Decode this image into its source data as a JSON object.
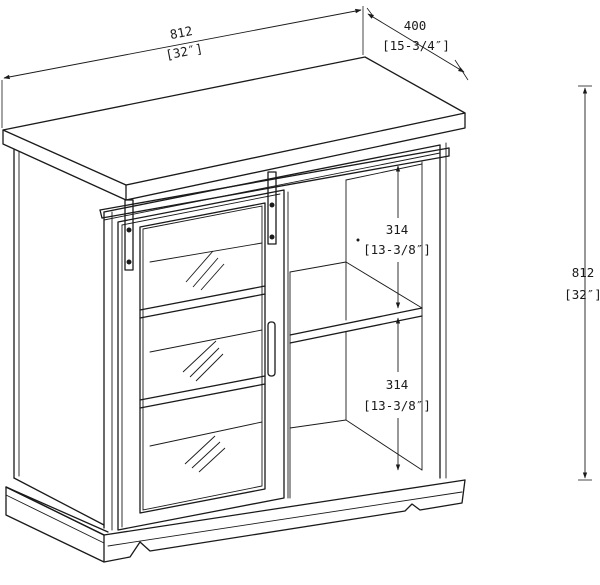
{
  "dimensions": {
    "width": {
      "mm": "812",
      "inch": "[32″]"
    },
    "depth": {
      "mm": "400",
      "inch": "[15-3/4″]"
    },
    "height": {
      "mm": "812",
      "inch": "[32″]"
    },
    "shelf_upper": {
      "mm": "314",
      "inch": "[13-3/8″]"
    },
    "shelf_lower": {
      "mm": "314",
      "inch": "[13-3/8″]"
    }
  }
}
